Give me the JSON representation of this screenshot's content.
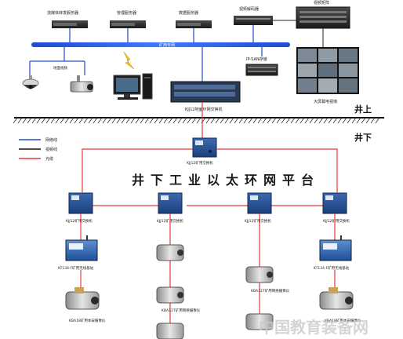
{
  "top": {
    "servers": {
      "streaming": "流媒体转发服务器",
      "management": "管理服务器",
      "data": "数据服务器"
    },
    "video_decoder": "视频解码器",
    "video_matrix": "视频矩阵",
    "backbone_label": "矿用专网",
    "cameras_label": "地面视频",
    "ipsan": "IP-SAN存储",
    "ring_switch": "KJJ12地面环网交换机",
    "screen_wall": "大屏幕电视墙"
  },
  "ground": {
    "above": "井上",
    "below": "井下"
  },
  "legend": {
    "network": "网络线",
    "video": "视频线",
    "fiber": "光缆"
  },
  "underground": {
    "main_switch": "KJJ12矿用交换机",
    "platform_title": "井下工业以太环网平台",
    "switches": [
      "KJJ12矿用交换机",
      "KJJ12矿用交换机",
      "KJJ12矿用交换机",
      "KJJ12矿用交换机"
    ],
    "left_base": "KT134-F矿用无线基站",
    "right_base": "KT134-F矿用无线基站",
    "left_camera": "KBA18矿用本安摄像仪",
    "cam_mid1": "KBA127矿用网络摄像仪",
    "cam_mid2": "KBA127矿用网络摄像仪",
    "right_camera": "KBA18矿用本安摄像仪"
  },
  "watermark": "中国教育装备网"
}
